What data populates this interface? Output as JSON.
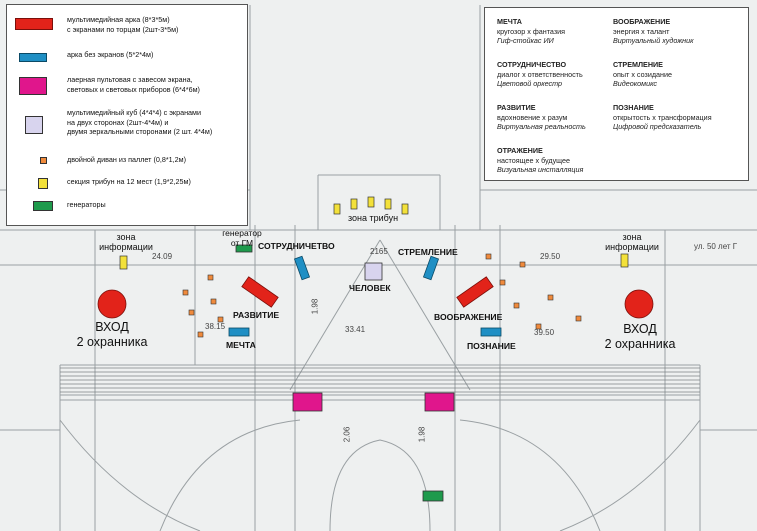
{
  "legend": {
    "items": [
      {
        "lines": [
          "мультимедийная арка (8*3*5м)",
          "с экранами по торцам (2шт-3*5м)"
        ],
        "color": "#e2231a",
        "shape": "red-arch-rect"
      },
      {
        "lines": [
          "арка без экранов (5*2*4м)"
        ],
        "color": "#1f8fc4",
        "shape": "blue-arch-rect"
      },
      {
        "lines": [
          "лаерная пультовая с завесом экрана,",
          "световых и световых приборов (6*4*6м)"
        ],
        "color": "#e0168c",
        "shape": "magenta-rect"
      },
      {
        "lines": [
          "мультимедийный куб (4*4*4) с экранами",
          "на двух сторонах (2шт-4*4м) и",
          "двумя зеркальными сторонами (2 шт. 4*4м)"
        ],
        "color": "#d8d4ee",
        "shape": "lavender-square"
      },
      {
        "lines": [
          "двойной диван из паллет (0,8*1,2м)"
        ],
        "color": "#f08a3c",
        "shape": "orange-square"
      },
      {
        "lines": [
          "секция трибун на 12 мест (1,9*2,25м)"
        ],
        "color": "#f3e13a",
        "shape": "yellow-rect"
      },
      {
        "lines": [
          "генераторы"
        ],
        "color": "#1e9a4c",
        "shape": "green-rect"
      }
    ]
  },
  "themes": [
    {
      "title": "МЕЧТА",
      "sub": "кругозор х фантазия",
      "em": "Гиф-стойкас ИИ"
    },
    {
      "title": "ВООБРАЖЕНИЕ",
      "sub": "энергия х талант",
      "em": "Виртуальный художник"
    },
    {
      "title": "СОТРУДНИЧЕСТВО",
      "sub": "диалог х ответственность",
      "em": "Цветовой оркестр"
    },
    {
      "title": "СТРЕМЛЕНИЕ",
      "sub": "опыт х созидание",
      "em": "Видеокомикс"
    },
    {
      "title": "РАЗВИТИЕ",
      "sub": "вдохновение х разум",
      "em": "Виртуальная реальность"
    },
    {
      "title": "ПОЗНАНИЕ",
      "sub": "открытость х трансформация",
      "em": "Цифровой предсказатель"
    },
    {
      "title": "ОТРАЖЕНИЕ",
      "sub": "настоящее х будущее",
      "em": "Визуальная инсталляция"
    }
  ],
  "labels": {
    "sotrudnichestvo": "СОТРУДНИЧЕТВО",
    "stremlenie": "СТРЕМЛЕНИЕ",
    "chelovek": "ЧЕЛОВЕК",
    "razvitie": "РАЗВИТИЕ",
    "voobrazhenie": "ВООБРАЖЕНИЕ",
    "mechta": "МЕЧТА",
    "poznanie": "ПОЗНАНИЕ",
    "zona_tribun": "зона трибун",
    "zona_info_left_1": "зона",
    "zona_info_left_2": "информации",
    "zona_info_right_1": "зона",
    "zona_info_right_2": "информации",
    "generator_1": "генератор",
    "generator_2": "от ГМ",
    "entry_left_1": "ВХОД",
    "entry_left_2": "2 охранника",
    "entry_right_1": "ВХОД",
    "entry_right_2": "2 охранника"
  },
  "dimensions": [
    "24.09",
    "2165",
    "29.50",
    "38.15",
    "33.41",
    "39.50",
    "1.98",
    "2.06",
    "1.98",
    "ул. 50 лет Г"
  ],
  "colors": {
    "red": "#e2231a",
    "blue": "#1f8fc4",
    "magenta": "#e0168c",
    "lavender": "#d8d4ee",
    "orange": "#f08a3c",
    "yellow": "#f3e13a",
    "green": "#1e9a4c",
    "plan_line": "#8a8f92"
  }
}
